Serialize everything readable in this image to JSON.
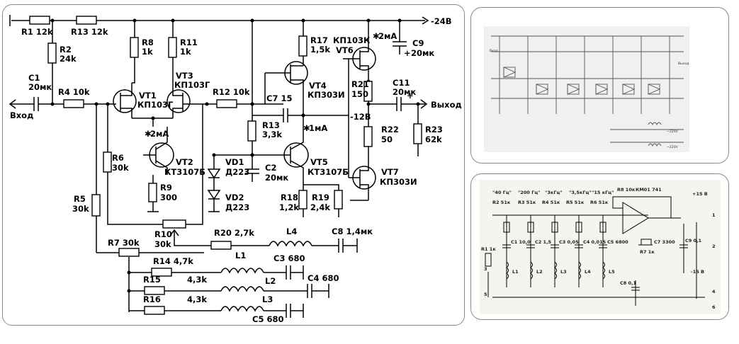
{
  "main_schematic": {
    "supply_label": "-24В",
    "input_label": "Вход",
    "output_label": "Выход",
    "node_label": "-12В",
    "components": {
      "R1": "R1 12k",
      "R13": "R13 12k",
      "R2": "R2",
      "R2_val": "24k",
      "C1": "C1",
      "C1_val": "20мк",
      "R4": "R4 10k",
      "R8": "R8",
      "R8_val": "1k",
      "R11": "R11",
      "R11_val": "1k",
      "VT1": "VT1",
      "VT1_type": "КП103Г",
      "VT3": "VT3",
      "VT3_type": "КП103Г",
      "R12": "R12 10k",
      "C7": "C7 15",
      "R17": "R17",
      "R17_val": "1,5k",
      "VT6_type": "КП103К",
      "VT6": "VT6",
      "VT6_current": "2мА",
      "C9": "C9",
      "C9_val": "20мк",
      "VT4": "VT4",
      "VT4_type": "КП303И",
      "R21": "R21",
      "R21_val": "150",
      "C11": "C11",
      "C11_val": "20мк",
      "R13b": "R13",
      "R13b_val": "3,3k",
      "R22": "R22",
      "R22_val": "50",
      "R23": "R23",
      "R23_val": "62k",
      "VT2_current": "2мА",
      "VT5_current": "1мА",
      "R6": "R6",
      "R6_val": "30k",
      "VT2": "VT2",
      "VT2_type": "КТ3107Б",
      "VD1": "VD1",
      "VD1_type": "Д223",
      "VD2": "VD2",
      "VD2_type": "Д223",
      "C2": "C2",
      "C2_val": "20мк",
      "VT5": "VT5",
      "VT5_type": "КТ3107Б",
      "VT7": "VT7",
      "VT7_type": "КП303И",
      "R9": "R9",
      "R9_val": "300",
      "R5": "R5",
      "R5_val": "30k",
      "R18": "R18",
      "R18_val": "1,2k",
      "R19": "R19",
      "R19_val": "2,4k",
      "R10": "R10",
      "R10_val": "30k",
      "R20": "R20 2,7k",
      "L4": "L4",
      "C8": "C8 1,4мк",
      "R7": "R7 30k",
      "L1": "L1",
      "R14": "R14 4,7k",
      "C3": "C3 680",
      "R15": "R15",
      "R15_val": "4,3k",
      "L2": "L2",
      "C4": "C4 680",
      "R16": "R16",
      "R16_val": "4,3k",
      "L3": "L3",
      "C5": "C5 680"
    }
  },
  "thumbnail_1": {
    "labels": [
      "Вход",
      "Выход",
      "~220V",
      "~220V"
    ]
  },
  "thumbnail_2": {
    "pot_labels": [
      "\"40 Гц\"",
      "\"200 Гц\"",
      "\"3кГц\"",
      "\"3,5кГц\"",
      "\"15 кГц\""
    ],
    "pot_refs": [
      "R2 51к",
      "R3 51к",
      "R4 51к",
      "R5 51к",
      "R6 51к"
    ],
    "caps": [
      "C1 10,0",
      "C2 1,5",
      "C3 0,05",
      "C4 0,015",
      "C5 6800"
    ],
    "coils": [
      "L1",
      "L2",
      "L3",
      "L4",
      "L5"
    ],
    "r1": "R1 1к",
    "r8": "R8 10к",
    "opamp": "КМ01 741",
    "r7": "R7 1к",
    "c7": "C7 3300",
    "c9": "C9 0,1",
    "plus": "+15 В",
    "minus": "-15 В",
    "pins": [
      "1",
      "2",
      "3",
      "4",
      "5",
      "6"
    ],
    "c8": "C8 0,1"
  }
}
